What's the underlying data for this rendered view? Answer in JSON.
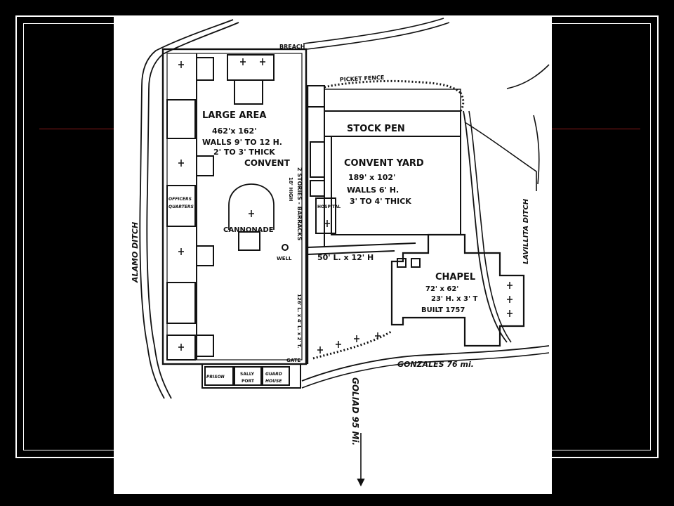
{
  "map": {
    "labels": {
      "breach": "BREACH",
      "picket_fence": "PICKET FENCE",
      "large_area": "LARGE AREA",
      "large_area_dims": "462'x 162'",
      "large_area_walls": "WALLS 9' TO 12 H.",
      "large_area_thick": "2' TO 3' THICK",
      "convent": "CONVENT",
      "stock_pen": "STOCK PEN",
      "convent_yard": "CONVENT YARD",
      "convent_yard_dims": "189' x 102'",
      "convent_yard_walls": "WALLS 6' H.",
      "convent_yard_thick": "3' TO 4' THICK",
      "two_story_barracks": "2 STORIES - BARRACKS",
      "long_barracks_note": "18' HIGH",
      "officers_quarters_1": "OFFICERS",
      "officers_quarters_2": "QUARTERS",
      "hospital": "HOSPITAL",
      "cannonade": "CANNONADE",
      "well": "WELL",
      "wall_50": "50' L. x 12' H",
      "wall_126": "126' L. x 4' L. x 2' T.",
      "chapel": "CHAPEL",
      "chapel_dims": "72' x 62'",
      "chapel_walls": "23' H. x 3' T",
      "chapel_built": "BUILT 1757",
      "gate": "GATE",
      "prison": "PRISON",
      "sally_port_1": "SALLY",
      "sally_port_2": "PORT",
      "guard_house_1": "GUARD",
      "guard_house_2": "HOUSE",
      "alamo_ditch": "ALAMO DITCH",
      "lavillita_ditch": "LAVILLITA DITCH",
      "gonzales": "GONZALES 76 mi.",
      "goliad": "GOLIAD 95 Mi."
    }
  }
}
